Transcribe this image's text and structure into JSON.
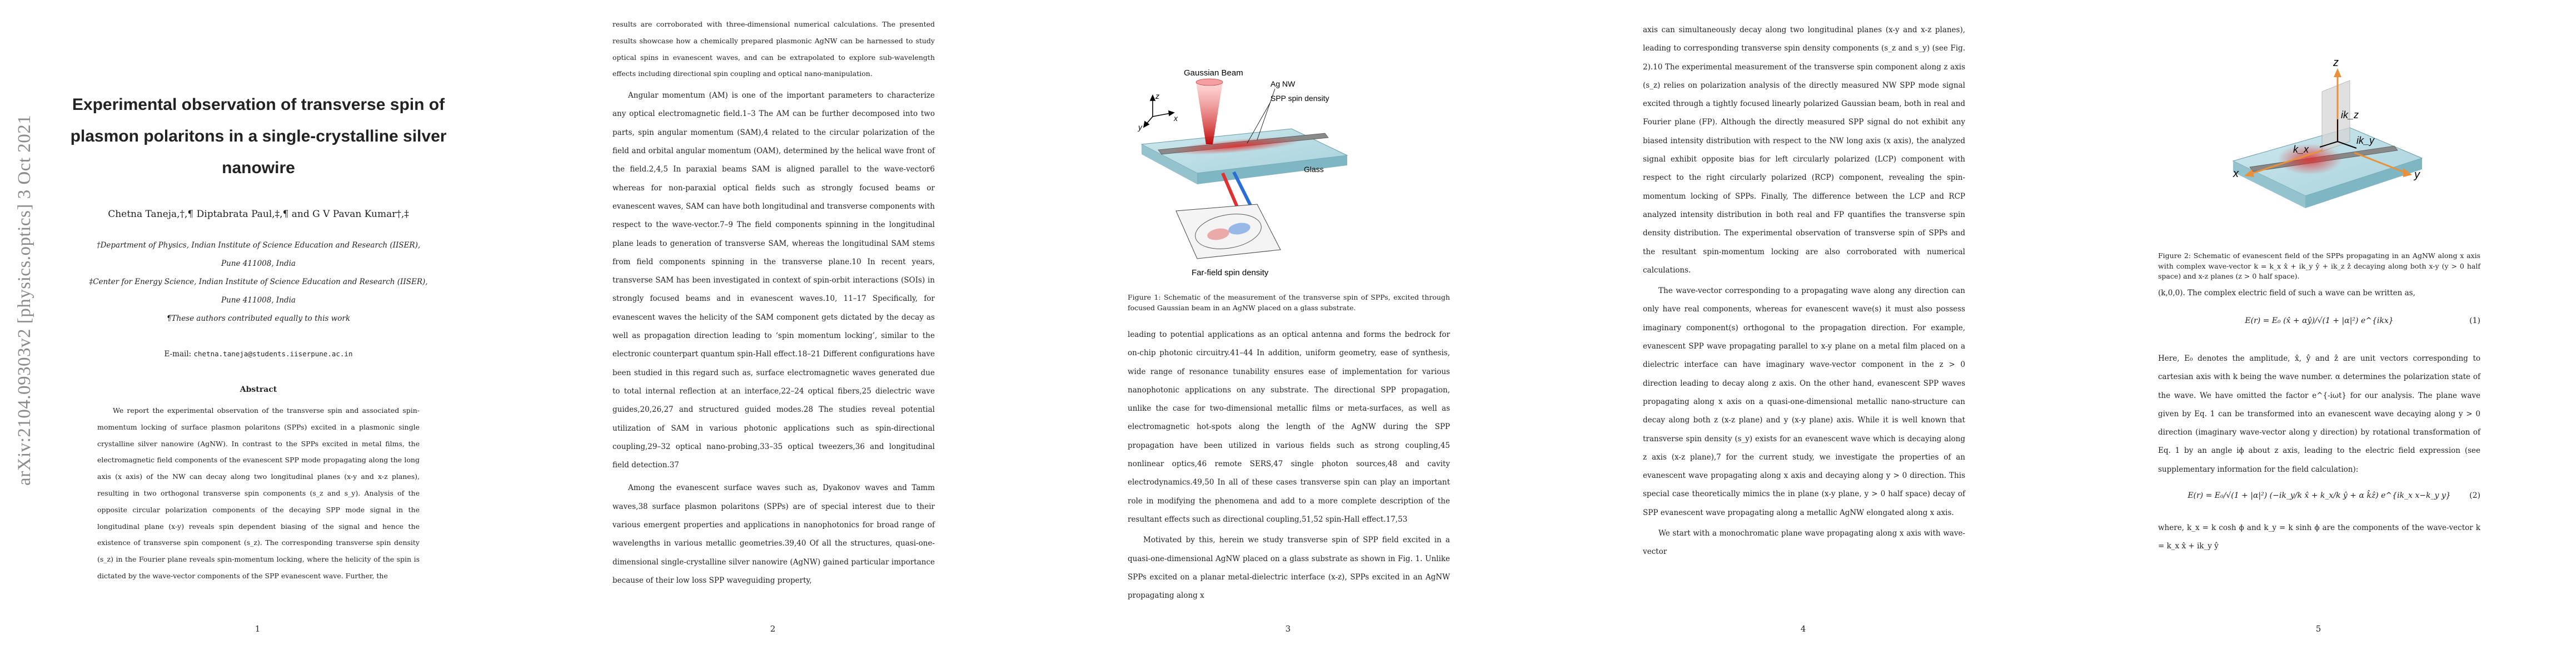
{
  "arxiv_stamp": "arXiv:2104.09303v2  [physics.optics]  3 Oct 2021",
  "page1": {
    "title_lines": [
      "Experimental observation of transverse spin of",
      "plasmon polaritons in a single-crystalline silver",
      "nanowire"
    ],
    "authors": "Chetna Taneja,†,¶ Diptabrata Paul,‡,¶ and G V Pavan Kumar†,‡",
    "affiliations": [
      "†Department of Physics, Indian Institute of Science Education and Research (IISER),",
      "Pune 411008, India",
      "‡Center for Energy Science, Indian Institute of Science Education and Research (IISER),",
      "Pune 411008, India",
      "¶These authors contributed equally to this work"
    ],
    "email_label": "E-mail:",
    "email": "chetna.taneja@students.iiserpune.ac.in",
    "abstract_heading": "Abstract",
    "abstract": "We report the experimental observation of the transverse spin and associated spin-momentum locking of surface plasmon polaritons (SPPs) excited in a plasmonic single crystalline silver nanowire (AgNW). In contrast to the SPPs excited in metal films, the electromagnetic field components of the evanescent SPP mode propagating along the long axis (x axis) of the NW can decay along two longitudinal planes (x-y and x-z planes), resulting in two orthogonal transverse spin components (s_z and s_y). Analysis of the opposite circular polarization components of the decaying SPP mode signal in the longitudinal plane (x-y) reveals spin dependent biasing of the signal and hence the existence of transverse spin component (s_z). The corresponding transverse spin density (s_z) in the Fourier plane reveals spin-momentum locking, where the helicity of the spin is dictated by the wave-vector components of the SPP evanescent wave. Further, the",
    "page_number": "1"
  },
  "page2": {
    "paragraphs": [
      "results are corroborated with three-dimensional numerical calculations. The presented results showcase how a chemically prepared plasmonic AgNW can be harnessed to study optical spins in evanescent waves, and can be extrapolated to explore sub-wavelength effects including directional spin coupling and optical nano-manipulation.",
      "Angular momentum (AM) is one of the important parameters to characterize any optical electromagnetic field.1–3 The AM can be further decomposed into two parts, spin angular momentum (SAM),4 related to the circular polarization of the field and orbital angular momentum (OAM), determined by the helical wave front of the field.2,4,5 In paraxial beams SAM is aligned parallel to the wave-vector6 whereas for non-paraxial optical fields such as strongly focused beams or evanescent waves, SAM can have both longitudinal and transverse components with respect to the wave-vector.7–9 The field components spinning in the longitudinal plane leads to generation of transverse SAM, whereas the longitudinal SAM stems from field components spinning in the transverse plane.10 In recent years, transverse SAM has been investigated in context of spin-orbit interactions (SOIs) in strongly focused beams and in evanescent waves.10, 11–17 Specifically, for evanescent waves the helicity of the SAM component gets dictated by the decay as well as propagation direction leading to ‘spin momentum locking’, similar to the electronic counterpart quantum spin-Hall effect.18–21 Different configurations have been studied in this regard such as, surface electromagnetic waves generated due to total internal reflection at an interface,22–24 optical fibers,25 dielectric wave guides,20,26,27 and structured guided modes.28 The studies reveal potential utilization of SAM in various photonic applications such as spin-directional coupling,29–32 optical nano-probing,33–35 optical tweezers,36 and longitudinal field detection.37",
      "Among the evanescent surface waves such as, Dyakonov waves and Tamm waves,38 surface plasmon polaritons (SPPs) are of special interest due to their various emergent properties and applications in nanophotonics for broad range of wavelengths in various metallic geometries.39,40 Of all the structures, quasi-one-dimensional single-crystalline silver nanowire (AgNW) gained particular importance because of their low loss SPP waveguiding property,"
    ],
    "page_number": "2"
  },
  "page3": {
    "figure1": {
      "labels": {
        "gaussian_beam": "Gaussian Beam",
        "ag_nw": "Ag NW",
        "spp_spin_density": "SPP spin density",
        "glass": "Glass",
        "far_field": "Far-field spin density",
        "axis_x": "x",
        "axis_y": "y",
        "axis_z": "z"
      }
    },
    "figure1_caption": "Figure 1: Schematic of the measurement of the transverse spin of SPPs, excited through focused Gaussian beam in an AgNW placed on a glass substrate.",
    "paragraphs": [
      "leading to potential applications as an optical antenna and forms the bedrock for on-chip photonic circuitry.41–44 In addition, uniform geometry, ease of synthesis, wide range of resonance tunability ensures ease of implementation for various nanophotonic applications on any substrate. The directional SPP propagation, unlike the case for two-dimensional metallic films or meta-surfaces, as well as electromagnetic hot-spots along the length of the AgNW during the SPP propagation have been utilized in various fields such as strong coupling,45 nonlinear optics,46 remote SERS,47 single photon sources,48 and cavity electrodynamics.49,50 In all of these cases transverse spin can play an important role in modifying the phenomena and add to a more complete description of the resultant effects such as directional coupling,51,52 spin-Hall effect.17,53",
      "Motivated by this, herein we study transverse spin of SPP field excited in a quasi-one-dimensional AgNW placed on a glass substrate as shown in Fig. 1. Unlike SPPs excited on a planar metal-dielectric interface (x-z), SPPs excited in an AgNW propagating along x"
    ],
    "page_number": "3"
  },
  "page4": {
    "paragraphs": [
      "axis can simultaneously decay along two longitudinal planes (x-y and x-z planes), leading to corresponding transverse spin density components (s_z and s_y) (see Fig. 2).10 The experimental measurement of the transverse spin component along z axis (s_z) relies on polarization analysis of the directly measured NW SPP mode signal excited through a tightly focused linearly polarized Gaussian beam, both in real and Fourier plane (FP). Although the directly measured SPP signal do not exhibit any biased intensity distribution with respect to the NW long axis (x axis), the analyzed signal exhibit opposite bias for left circularly polarized (LCP) component with respect to the right circularly polarized (RCP) component, revealing the spin-momentum locking of SPPs. Finally, The difference between the LCP and RCP analyzed intensity distribution in both real and FP quantifies the transverse spin density distribution. The experimental observation of transverse spin of SPPs and the resultant spin-momentum locking are also corroborated with numerical calculations.",
      "The wave-vector corresponding to a propagating wave along any direction can only have real components, whereas for evanescent wave(s) it must also possess imaginary component(s) orthogonal to the propagation direction. For example, evanescent SPP wave propagating parallel to x-y plane on a metal film placed on a dielectric interface can have imaginary wave-vector component in the z > 0 direction leading to decay along z axis. On the other hand, evanescent SPP waves propagating along x axis on a quasi-one-dimensional metallic nano-structure can decay along both z (x-z plane) and y (x-y plane) axis. While it is well known that transverse spin density (s_y) exists for an evanescent wave which is decaying along z axis (x-z plane),7 for the current study, we investigate the properties of an evanescent wave propagating along x axis and decaying along y > 0 direction. This special case theoretically mimics the in plane (x-y plane, y > 0 half space) decay of SPP evanescent wave propagating along a metallic AgNW elongated along x axis.",
      "We start with a monochromatic plane wave propagating along x axis with wave-vector"
    ],
    "page_number": "4"
  },
  "page5": {
    "figure2": {
      "labels": {
        "axis_x": "x",
        "axis_y": "y",
        "axis_z": "z",
        "ikz": "ik_z",
        "iky": "ik_y",
        "kx": "k_x"
      }
    },
    "figure2_caption": "Figure 2: Schematic of evanescent field of the SPPs propagating in an AgNW along x axis with complex wave-vector k = k_x x̂ + ik_y ŷ + ik_z ẑ decaying along both x-y (y > 0 half space) and x-z planes (z > 0 half space).",
    "line_after_caption": "(k,0,0). The complex electric field of such a wave can be written as,",
    "equation1": "E(r) = E₀ (x̂ + αŷ)/√(1 + |α|²) e^{ikx}",
    "equation1_number": "(1)",
    "paragraph_mid": "Here, E₀ denotes the amplitude, x̂, ŷ and ẑ are unit vectors corresponding to cartesian axis with k being the wave number. α determines the polarization state of the wave. We have omitted the factor e^{-iωt} for our analysis. The plane wave given by Eq. 1 can be transformed into an evanescent wave decaying along y > 0 direction (imaginary wave-vector along y direction) by rotational transformation of Eq. 1 by an angle iϕ about z axis, leading to the electric field expression (see supplementary information for the field calculation):",
    "equation2": "E(r) = E₀/√(1 + |α|²) (−ik_y/k x̂ + k_x/k ŷ + α k̂ẑ) e^{ik_x x−k_y y}",
    "equation2_number": "(2)",
    "line_bottom": "where, k_x = k cosh ϕ and k_y = k sinh ϕ are the components of the wave-vector k = k_x x̂ + ik_y ŷ",
    "page_number": "5"
  }
}
